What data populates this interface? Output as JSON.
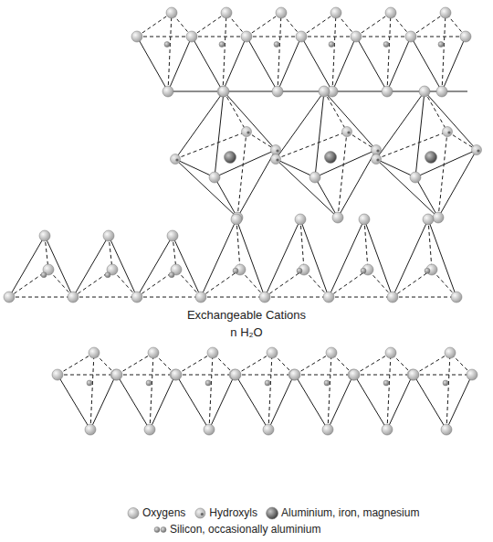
{
  "diagram": {
    "labels": [
      "Exchangeable Cations",
      "n H₂O"
    ],
    "legend": [
      {
        "text": "Oxygens"
      },
      {
        "text": "Hydroxyls"
      },
      {
        "text": "Aluminium, iron, magnesium"
      },
      {
        "text": "Silicon, occasionally aluminium"
      }
    ]
  }
}
